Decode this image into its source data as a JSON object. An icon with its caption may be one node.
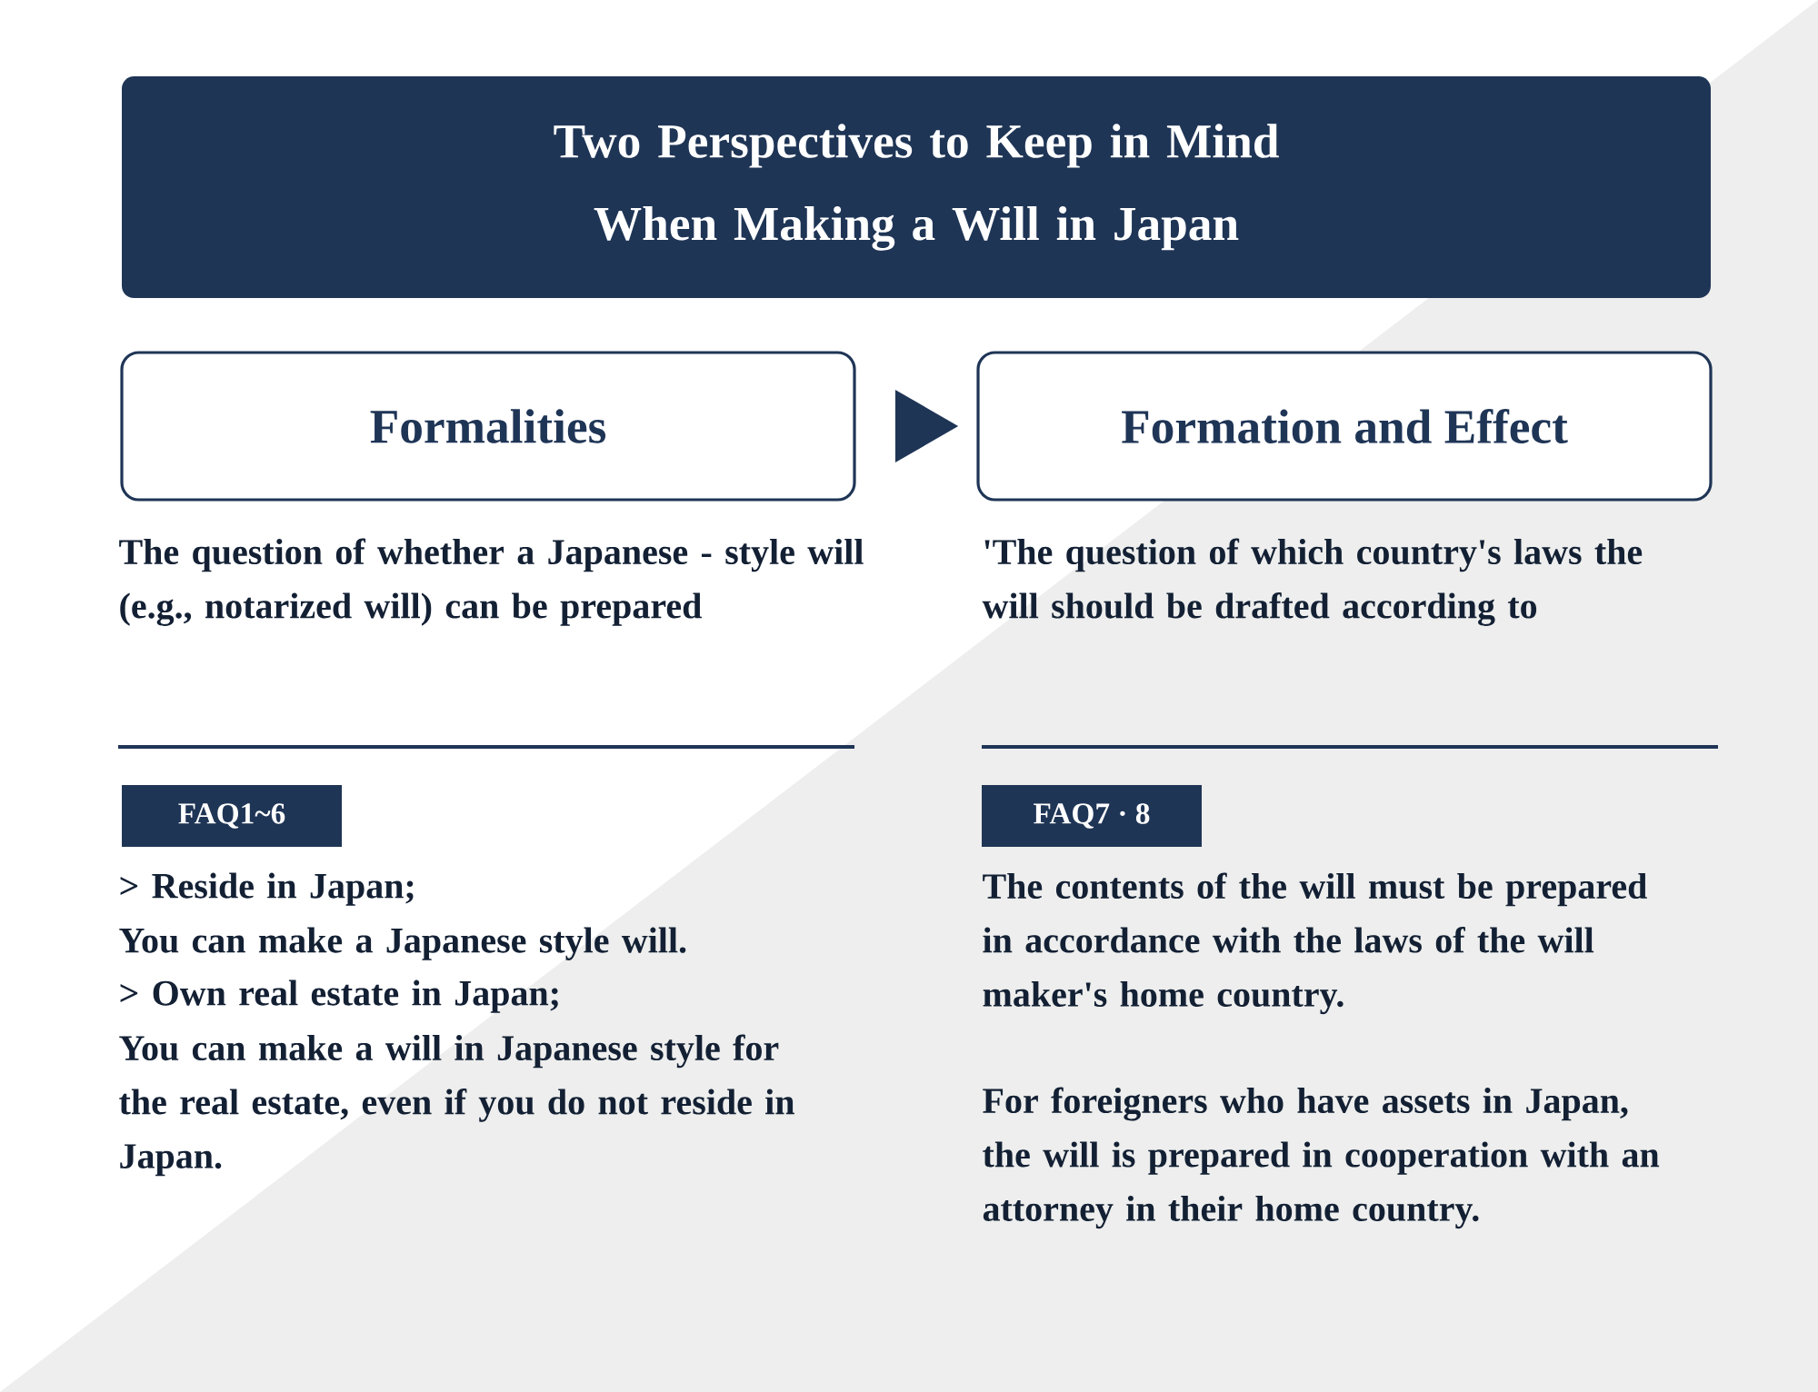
{
  "diagram": {
    "nodes": [
      {
        "text": [
          "Two Perspectives to Keep in Mind When Making a Will in Japan"
        ]
      },
      {
        "text": [
          "Formalities"
        ]
      },
      {
        "text": [
          "Formation and Effect"
        ]
      },
      {
        "text": [
          "FAQ1~6"
        ]
      },
      {
        "text": [
          "FAQ7 · 8"
        ]
      }
    ],
    "edges": [
      {
        "from": 1,
        "to": 2,
        "arrow": "to"
      }
    ],
    "labels": [
      "The question of whether a Japanese - style will (e.g., notarized will) can be prepared",
      "'The question of which country's laws the will should be drafted according to",
      "> Reside in Japan;",
      "You can make a Japanese style will.",
      "> Own real estate in Japan;",
      "You can make a will in Japanese style for the real estate, even if you do not reside in Japan.",
      "The contents of the will must be prepared in accordance with the laws of the will maker's home country.",
      "For foreigners who have assets in Japan, the will is prepared in cooperation with an attorney in their home country."
    ]
  }
}
